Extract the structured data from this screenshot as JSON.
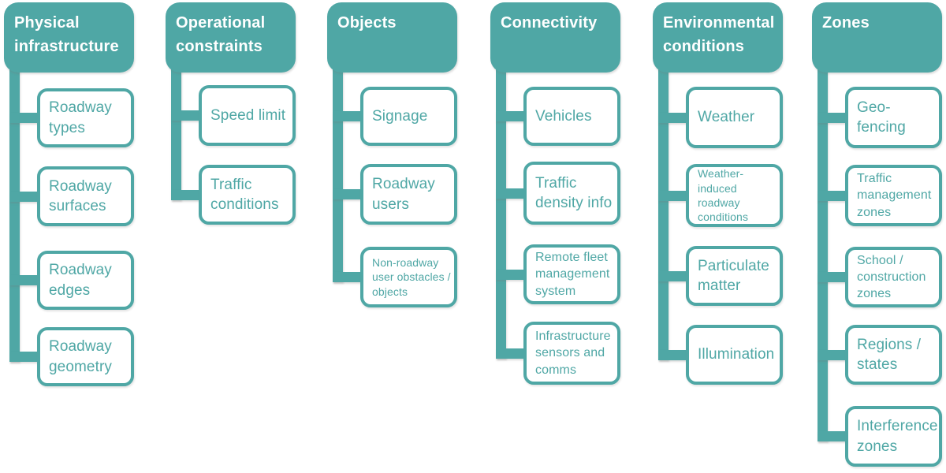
{
  "diagram": {
    "accent_color": "#4FA7A5",
    "background_color": "#FFFFFF",
    "columns": [
      {
        "title": "Physical infrastructure",
        "children": [
          {
            "label": "Roadway types"
          },
          {
            "label": "Roadway surfaces"
          },
          {
            "label": "Roadway edges"
          },
          {
            "label": "Roadway geometry"
          }
        ]
      },
      {
        "title": "Operational constraints",
        "children": [
          {
            "label": "Speed limit"
          },
          {
            "label": "Traffic conditions"
          }
        ]
      },
      {
        "title": "Objects",
        "children": [
          {
            "label": "Signage"
          },
          {
            "label": "Roadway users"
          },
          {
            "label": "Non-roadway user obstacles / objects"
          }
        ]
      },
      {
        "title": "Connectivity",
        "children": [
          {
            "label": "Vehicles"
          },
          {
            "label": "Traffic density info"
          },
          {
            "label": "Remote fleet management system"
          },
          {
            "label": "Infrastructure sensors and comms"
          }
        ]
      },
      {
        "title": "Environmental conditions",
        "children": [
          {
            "label": "Weather"
          },
          {
            "label": "Weather-induced roadway conditions"
          },
          {
            "label": "Particulate matter"
          },
          {
            "label": "Illumination"
          }
        ]
      },
      {
        "title": "Zones",
        "children": [
          {
            "label": "Geo-fencing"
          },
          {
            "label": "Traffic management zones"
          },
          {
            "label": "School / construction zones"
          },
          {
            "label": "Regions / states"
          },
          {
            "label": "Interference zones"
          }
        ]
      }
    ]
  }
}
